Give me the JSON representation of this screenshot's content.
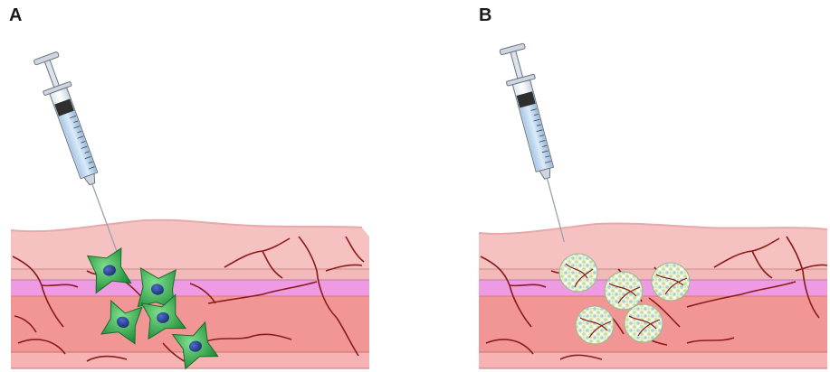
{
  "panels": [
    {
      "label": "A",
      "content": "cells"
    },
    {
      "label": "B",
      "content": "scaffold-aggregates"
    }
  ]
}
